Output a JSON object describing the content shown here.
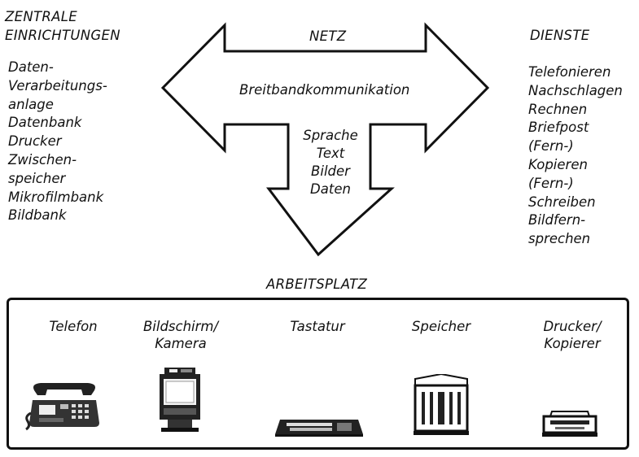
{
  "zentrale": {
    "heading_line1": "ZENTRALE",
    "heading_line2": "EINRICHTUNGEN",
    "items": [
      "Daten-",
      "Verarbeitungs-",
      "anlage",
      "Datenbank",
      "Drucker",
      "Zwischen-",
      "speicher",
      "Mikrofilmbank",
      "Bildbank"
    ]
  },
  "netz": {
    "label": "NETZ",
    "broadband": "Breitbandkommunikation",
    "media": [
      "Sprache",
      "Text",
      "Bilder",
      "Daten"
    ]
  },
  "dienste": {
    "heading": "DIENSTE",
    "items": [
      "Telefonieren",
      "Nachschlagen",
      "Rechnen",
      "Briefpost",
      "(Fern-)",
      "Kopieren",
      "(Fern-)",
      "Schreiben",
      "Bildfern-",
      "sprechen"
    ]
  },
  "arbeitsplatz": {
    "heading": "ARBEITSPLATZ",
    "devices": [
      {
        "line1": "Telefon",
        "line2": "",
        "icon": "telephone-icon"
      },
      {
        "line1": "Bildschirm/",
        "line2": "Kamera",
        "icon": "monitor-camera-icon"
      },
      {
        "line1": "Tastatur",
        "line2": "",
        "icon": "keyboard-icon"
      },
      {
        "line1": "Speicher",
        "line2": "",
        "icon": "storage-cabinet-icon"
      },
      {
        "line1": "Drucker/",
        "line2": "Kopierer",
        "icon": "printer-copier-icon"
      }
    ]
  }
}
